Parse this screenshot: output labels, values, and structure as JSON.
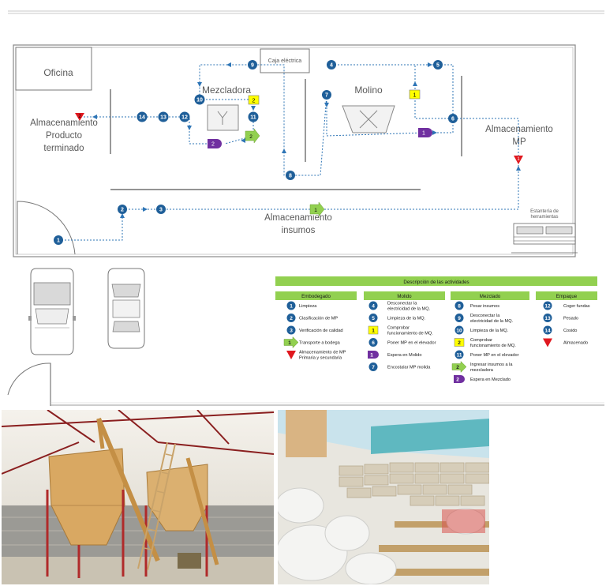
{
  "plan": {
    "areas": {
      "office": "Oficina",
      "finished_storage": [
        "Almacenamiento",
        "Producto",
        "terminado"
      ],
      "mixer": "Mezcladora",
      "electrical_box": "Caja eléctrica",
      "mill": "Molino",
      "raw_storage": [
        "Almacenamiento",
        "MP"
      ],
      "supplies_storage": [
        "Almacenamiento",
        "insumos"
      ],
      "tool_rack": [
        "Estantería de",
        "herramientas"
      ]
    }
  },
  "legend": {
    "title": "Descripción de las actividades",
    "sections": [
      {
        "title": "Embodegado",
        "items": [
          {
            "sym": "1",
            "kind": "op",
            "text": [
              "Limpieza"
            ]
          },
          {
            "sym": "2",
            "kind": "op",
            "text": [
              "Clasificación de MP"
            ]
          },
          {
            "sym": "3",
            "kind": "op",
            "text": [
              "Verificación de calidad"
            ]
          },
          {
            "sym": "1",
            "kind": "transport",
            "text": [
              "Transporte a bodega"
            ]
          },
          {
            "sym": "",
            "kind": "storage",
            "text": [
              "Almacenamiento de MP",
              "Primaria y secundaria"
            ]
          }
        ]
      },
      {
        "title": "Molido",
        "items": [
          {
            "sym": "4",
            "kind": "op",
            "text": [
              "Desconectar la",
              "electricidad de la MQ."
            ]
          },
          {
            "sym": "5",
            "kind": "op",
            "text": [
              "Limpieza de la MQ."
            ]
          },
          {
            "sym": "1",
            "kind": "inspect",
            "text": [
              "Comprobar",
              "funcionamiento de MQ."
            ]
          },
          {
            "sym": "6",
            "kind": "op",
            "text": [
              "Poner MP en el elevador"
            ]
          },
          {
            "sym": "1",
            "kind": "delay",
            "text": [
              "Espera en Molido"
            ]
          },
          {
            "sym": "7",
            "kind": "op",
            "text": [
              "Encostalar MP molida"
            ]
          }
        ]
      },
      {
        "title": "Mezclado",
        "items": [
          {
            "sym": "8",
            "kind": "op",
            "text": [
              "Pesar insumos"
            ]
          },
          {
            "sym": "9",
            "kind": "op",
            "text": [
              "Desconectar la",
              "electricidad de la MQ."
            ]
          },
          {
            "sym": "10",
            "kind": "op",
            "text": [
              "Limpieza de la MQ."
            ]
          },
          {
            "sym": "2",
            "kind": "inspect",
            "text": [
              "Comprobar",
              "funcionamiento de MQ."
            ]
          },
          {
            "sym": "11",
            "kind": "op",
            "text": [
              "Poner MP en el elevador"
            ]
          },
          {
            "sym": "2",
            "kind": "transport",
            "text": [
              "Ingresar insumos a la",
              "mezcladora"
            ]
          },
          {
            "sym": "2",
            "kind": "delay",
            "text": [
              "Espera en Mezclado"
            ]
          }
        ]
      },
      {
        "title": "Empaque",
        "items": [
          {
            "sym": "12",
            "kind": "op",
            "text": [
              "Coger fundas"
            ]
          },
          {
            "sym": "13",
            "kind": "op",
            "text": [
              "Pesado"
            ]
          },
          {
            "sym": "14",
            "kind": "op",
            "text": [
              "Cosido"
            ]
          },
          {
            "sym": "",
            "kind": "storage",
            "text": [
              "Almacenado"
            ]
          }
        ]
      }
    ]
  },
  "colors": {
    "operation": "#1f5f99",
    "inspection": "#ffff00",
    "transport": "#92d050",
    "delay": "#7030a0",
    "storage": "#e0181f",
    "legend_header": "#92d050",
    "flow_line": "#2e75b6"
  }
}
